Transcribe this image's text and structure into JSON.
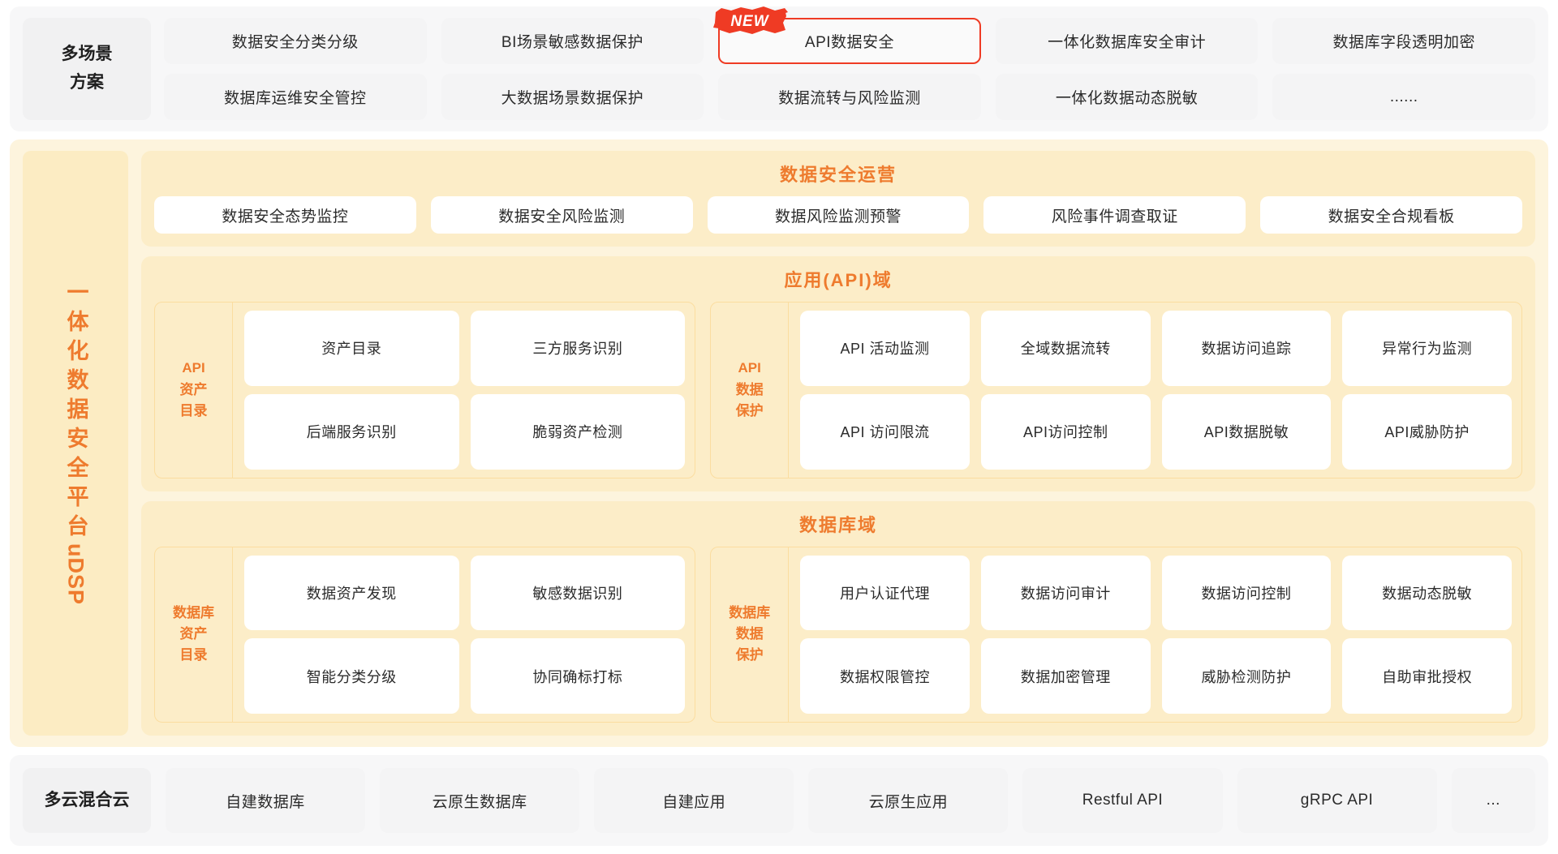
{
  "top_band": {
    "label_lines": [
      "多场景",
      "方案"
    ],
    "items": [
      {
        "label": "数据安全分类分级",
        "highlighted": false,
        "badge": ""
      },
      {
        "label": "BI场景敏感数据保护",
        "highlighted": false,
        "badge": ""
      },
      {
        "label": "API数据安全",
        "highlighted": true,
        "badge": "NEW"
      },
      {
        "label": "一体化数据库安全审计",
        "highlighted": false,
        "badge": ""
      },
      {
        "label": "数据库字段透明加密",
        "highlighted": false,
        "badge": ""
      },
      {
        "label": "数据库运维安全管控",
        "highlighted": false,
        "badge": ""
      },
      {
        "label": "大数据场景数据保护",
        "highlighted": false,
        "badge": ""
      },
      {
        "label": "数据流转与风险监测",
        "highlighted": false,
        "badge": ""
      },
      {
        "label": "一体化数据动态脱敏",
        "highlighted": false,
        "badge": ""
      },
      {
        "label": "......",
        "highlighted": false,
        "badge": ""
      }
    ]
  },
  "platform": {
    "vertical_label_cn": "一体化数据安全平台",
    "vertical_label_latin": "uDSP",
    "operations": {
      "title": "数据安全运营",
      "items": [
        "数据安全态势监控",
        "数据安全风险监测",
        "数据风险监测预警",
        "风险事件调查取证",
        "数据安全合规看板"
      ]
    },
    "api_domain": {
      "title": "应用(API)域",
      "groups": [
        {
          "label_lines": [
            "API",
            "资产",
            "目录"
          ],
          "columns": 2,
          "items": [
            "资产目录",
            "三方服务识别",
            "后端服务识别",
            "脆弱资产检测"
          ]
        },
        {
          "label_lines": [
            "API",
            "数据",
            "保护"
          ],
          "columns": 4,
          "items": [
            "API 活动监测",
            "全域数据流转",
            "数据访问追踪",
            "异常行为监测",
            "API 访问限流",
            "API访问控制",
            "API数据脱敏",
            "API威胁防护"
          ]
        }
      ]
    },
    "db_domain": {
      "title": "数据库域",
      "groups": [
        {
          "label_lines": [
            "数据库",
            "资产",
            "目录"
          ],
          "columns": 2,
          "items": [
            "数据资产发现",
            "敏感数据识别",
            "智能分类分级",
            "协同确标打标"
          ]
        },
        {
          "label_lines": [
            "数据库",
            "数据",
            "保护"
          ],
          "columns": 4,
          "items": [
            "用户认证代理",
            "数据访问审计",
            "数据访问控制",
            "数据动态脱敏",
            "数据权限管控",
            "数据加密管理",
            "威胁检测防护",
            "自助审批授权"
          ]
        }
      ]
    }
  },
  "bottom_band": {
    "label_lines": [
      "多云混合云"
    ],
    "items": [
      "自建数据库",
      "云原生数据库",
      "自建应用",
      "云原生应用",
      "Restful API",
      "gRPC API",
      "..."
    ]
  },
  "colors": {
    "accent_orange": "#ee7b2e",
    "highlight_red": "#ef3b24",
    "platform_bg": "#fdf4dd",
    "zone_bg": "#fcedc8",
    "band_bg": "#f7f7f8",
    "card_bg": "#f4f4f5"
  }
}
